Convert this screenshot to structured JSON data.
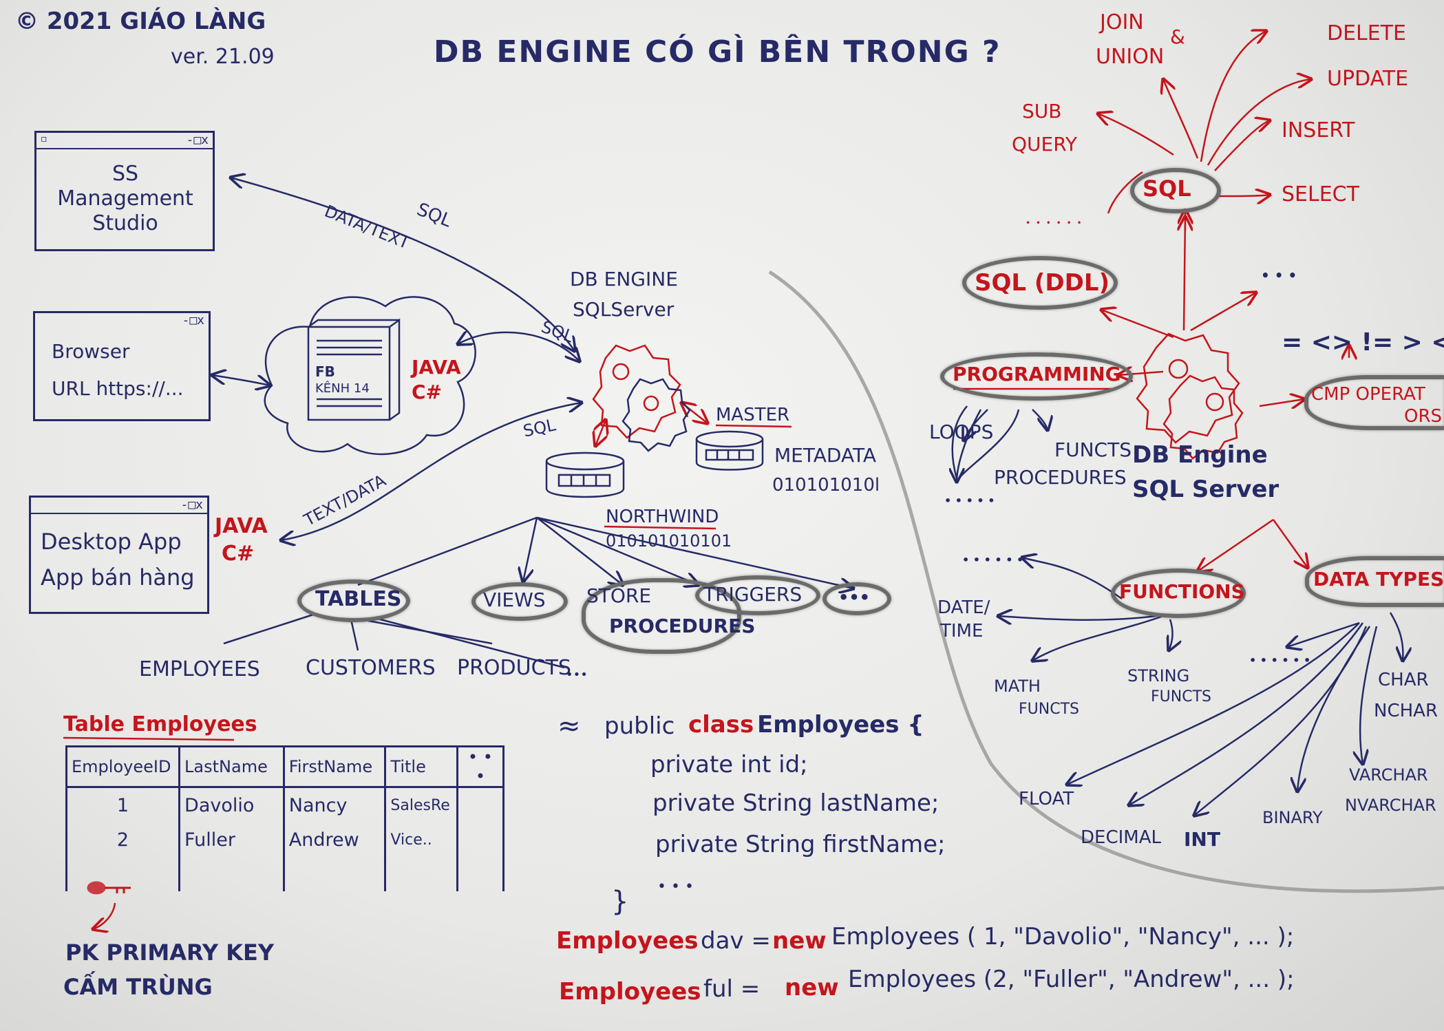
{
  "header": {
    "copyright": "© 2021 GIÁO LÀNG",
    "version": "ver. 21.09",
    "title": "DB ENGINE  CÓ GÌ BÊN TRONG ?"
  },
  "clients": {
    "ssms": "SS Management Studio",
    "browser_line1": "Browser",
    "browser_line2": "URL https://...",
    "desktop_line1": "Desktop App",
    "desktop_line2": "App bán hàng",
    "cloud_app_line1": "FB",
    "cloud_app_line2": "KÊNH 14",
    "cloud_lang1": "JAVA",
    "cloud_lang2": "C#",
    "desktop_lang1": "JAVA",
    "desktop_lang2": "C#"
  },
  "arrows": {
    "sql1": "SQL",
    "data_text1": "DATA/TEXT",
    "sql2": "SQL",
    "sql3": "SQL",
    "text_data": "TEXT/DATA"
  },
  "engine": {
    "line1": "DB ENGINE",
    "line2": "SQLServer",
    "master": "MASTER",
    "metadata": "METADATA",
    "metadata_bits": "010101010l",
    "northwind": "NORTHWIND",
    "northwind_bits": "010101010101"
  },
  "objects": {
    "tables": "TABLES",
    "views": "VIEWS",
    "store_procedures_1": "STORE",
    "store_procedures_2": "PROCEDURES",
    "triggers": "TRIGGERS",
    "more": "•••",
    "employees": "EMPLOYEES",
    "customers": "CUSTOMERS",
    "products": "PRODUCTS",
    "more2": "•••"
  },
  "table_employees": {
    "title": "Table Employees",
    "headers": [
      "EmployeeID",
      "LastName",
      "FirstName",
      "Title",
      "• • •"
    ],
    "rows": [
      [
        "1",
        "Davolio",
        "Nancy",
        "SalesRe",
        ""
      ],
      [
        "2",
        "Fuller",
        "Andrew",
        "Vice..",
        ""
      ]
    ],
    "pk_label": "PK PRIMARY KEY",
    "pk_sub": "CẤM TRÙNG"
  },
  "code": {
    "approx": "≈",
    "line1_a": "public",
    "line1_b": "class",
    "line1_c": "Employees {",
    "line2": "private int id;",
    "line3": "private String lastName;",
    "line4": "private String firstName;",
    "line5": "• • •",
    "line6": "}",
    "inst1_type": "Employees",
    "inst1_var": "dav =",
    "inst1_new": "new",
    "inst1_rest": "Employees ( 1, \"Davolio\", \"Nancy\", ... );",
    "inst2_type": "Employees",
    "inst2_var": "ful =",
    "inst2_new": "new",
    "inst2_rest": "Employees (2, \"Fuller\", \"Andrew\", ... );"
  },
  "inside": {
    "sql": "SQL",
    "join_union_1": "JOIN",
    "join_union_2": "UNION",
    "amp": "&",
    "delete": "DELETE",
    "update": "UPDATE",
    "insert": "INSERT",
    "select": "SELECT",
    "sub_query_1": "SUB",
    "sub_query_2": "QUERY",
    "sql_dots": "• • • • • •",
    "sql_ddl": "SQL (DDL)",
    "dots_right": "• • •",
    "operators_symbols": "= <> != > <",
    "programming": "PROGRAMMING",
    "cmp_operators_1": "CMP OPERAT",
    "cmp_operators_2": "ORS",
    "loops": "LOOPS",
    "functs": "FUNCTS",
    "procedures": "PROCEDURES",
    "prog_dots": "• • • • •",
    "engine_label_1": "DB Engine",
    "engine_label_2": "SQL Server",
    "functions": "FUNCTIONS",
    "data_types": "DATA TYPES",
    "func_dots": "• • • • • •",
    "date_time_1": "DATE/",
    "date_time_2": "TIME",
    "math_1": "MATH",
    "math_2": "FUNCTS",
    "string_1": "STRING",
    "string_2": "FUNCTS",
    "dt_dots": "• • • • • •",
    "char": "CHAR",
    "nchar": "NCHAR",
    "varchar": "VARCHAR",
    "nvarchar": "NVARCHAR",
    "float": "FLOAT",
    "decimal": "DECIMAL",
    "int": "INT",
    "binary": "BINARY"
  },
  "colors": {
    "ink_blue": "#262a66",
    "ink_red": "#c4151c",
    "pencil": "#6b6b6b",
    "paper": "#eeeeec"
  },
  "icons": [
    "gear-icon",
    "database-icon",
    "cloud-icon",
    "window-icon",
    "key-icon"
  ]
}
